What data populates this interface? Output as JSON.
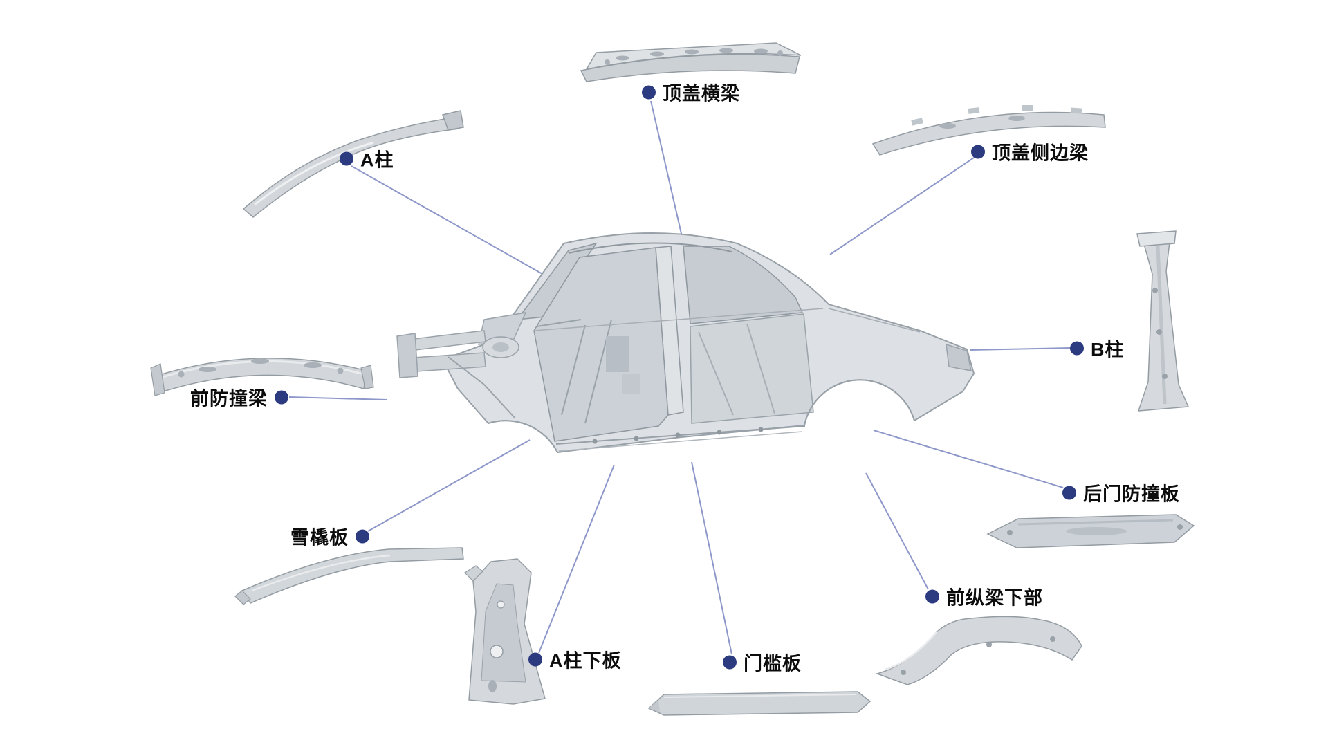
{
  "page": {
    "background": "#ffffff",
    "description_type": "car-body-parts-exploded-diagram"
  },
  "colors": {
    "dot": "#2c3a80",
    "leader_line": "#8d97c9",
    "label_text": "#0c0c0c",
    "part_fill": "#d4d8dc",
    "part_stroke": "#959da4"
  },
  "labels": {
    "roof_cross_beam": "顶盖横梁",
    "a_pillar": "A柱",
    "roof_side_rail": "顶盖侧边梁",
    "b_pillar": "B柱",
    "front_bumper_beam": "前防撞梁",
    "rear_door_impact_plate": "后门防撞板",
    "ski_plate": "雪橇板",
    "a_pillar_lower_plate": "A柱下板",
    "door_sill_plate": "门槛板",
    "front_rail_lower": "前纵梁下部"
  }
}
